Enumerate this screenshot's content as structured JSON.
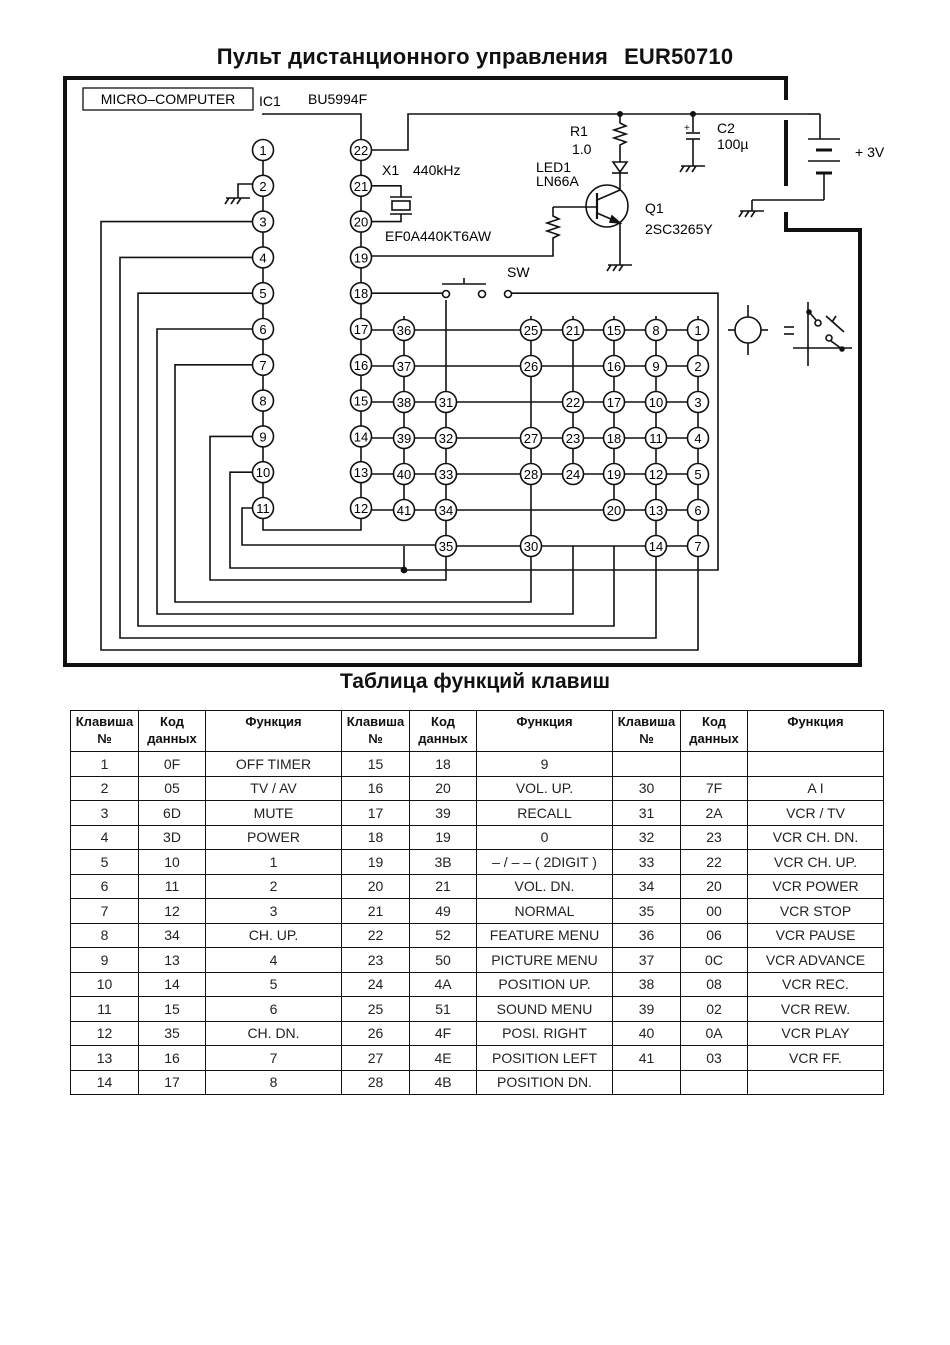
{
  "title": {
    "text": "Пульт дистанционного управления",
    "model": "EUR50710"
  },
  "schematic": {
    "ic_box_label": "MICRO–COMPUTER",
    "ic_ref": "IC1",
    "ic_part": "BU5994F",
    "crystal": {
      "ref": "X1",
      "freq": "440kHz",
      "part": "EF0A440KT6AW"
    },
    "resistor": {
      "ref": "R1",
      "value": "1.0"
    },
    "led": {
      "ref": "LED1",
      "part": "LN66A"
    },
    "capacitor": {
      "ref": "C2",
      "value": "100µ"
    },
    "transistor": {
      "ref": "Q1",
      "part": "2SC3265Y"
    },
    "battery": {
      "label": "+ 3V"
    },
    "switch": {
      "label": "SW"
    },
    "ic_left_pins": [
      "1",
      "2",
      "3",
      "4",
      "5",
      "6",
      "7",
      "8",
      "9",
      "10",
      "11"
    ],
    "ic_right_pins": [
      "22",
      "21",
      "20",
      "19",
      "18",
      "17",
      "16",
      "15",
      "14",
      "13",
      "12"
    ],
    "matrix_rows": [
      [
        "36",
        "",
        "25",
        "21",
        "15",
        "8",
        "1"
      ],
      [
        "37",
        "",
        "26",
        "",
        "16",
        "9",
        "2"
      ],
      [
        "38",
        "31",
        "",
        "22",
        "17",
        "10",
        "3"
      ],
      [
        "39",
        "32",
        "27",
        "23",
        "18",
        "11",
        "4"
      ],
      [
        "40",
        "33",
        "28",
        "24",
        "19",
        "12",
        "5"
      ],
      [
        "41",
        "34",
        "",
        "",
        "20",
        "13",
        "6"
      ],
      [
        "",
        "35",
        "30",
        "",
        "",
        "14",
        "7"
      ]
    ]
  },
  "table": {
    "title": "Таблица функций клавиш",
    "headers": [
      [
        "Клавиша",
        "№"
      ],
      [
        "Код",
        "данных"
      ],
      [
        "Функция",
        ""
      ],
      [
        "Клавиша",
        "№"
      ],
      [
        "Код",
        "данных"
      ],
      [
        "Функция",
        ""
      ],
      [
        "Клавиша",
        "№"
      ],
      [
        "Код",
        "данных"
      ],
      [
        "Функция",
        ""
      ]
    ],
    "rows": [
      [
        "1",
        "0F",
        "OFF TIMER",
        "15",
        "18",
        "9",
        "",
        "",
        ""
      ],
      [
        "2",
        "05",
        "TV / AV",
        "16",
        "20",
        "VOL. UP.",
        "30",
        "7F",
        "A I"
      ],
      [
        "3",
        "6D",
        "MUTE",
        "17",
        "39",
        "RECALL",
        "31",
        "2A",
        "VCR  / TV"
      ],
      [
        "4",
        "3D",
        "POWER",
        "18",
        "19",
        "0",
        "32",
        "23",
        "VCR CH. DN."
      ],
      [
        "5",
        "10",
        "1",
        "19",
        "3B",
        "– / – – ( 2DIGIT )",
        "33",
        "22",
        "VCR CH. UP."
      ],
      [
        "6",
        "11",
        "2",
        "20",
        "21",
        "VOL. DN.",
        "34",
        "20",
        "VCR POWER"
      ],
      [
        "7",
        "12",
        "3",
        "21",
        "49",
        "NORMAL",
        "35",
        "00",
        "VCR STOP"
      ],
      [
        "8",
        "34",
        "CH. UP.",
        "22",
        "52",
        "FEATURE MENU",
        "36",
        "06",
        "VCR PAUSE"
      ],
      [
        "9",
        "13",
        "4",
        "23",
        "50",
        "PICTURE MENU",
        "37",
        "0C",
        "VCR ADVANCE"
      ],
      [
        "10",
        "14",
        "5",
        "24",
        "4A",
        "POSITION UP.",
        "38",
        "08",
        "VCR REC."
      ],
      [
        "11",
        "15",
        "6",
        "25",
        "51",
        "SOUND MENU",
        "39",
        "02",
        "VCR REW."
      ],
      [
        "12",
        "35",
        "CH. DN.",
        "26",
        "4F",
        "POSI. RIGHT",
        "40",
        "0A",
        "VCR PLAY"
      ],
      [
        "13",
        "16",
        "7",
        "27",
        "4E",
        "POSITION LEFT",
        "41",
        "03",
        "VCR FF."
      ],
      [
        "14",
        "17",
        "8",
        "28",
        "4B",
        "POSITION DN.",
        "",
        "",
        ""
      ]
    ]
  }
}
